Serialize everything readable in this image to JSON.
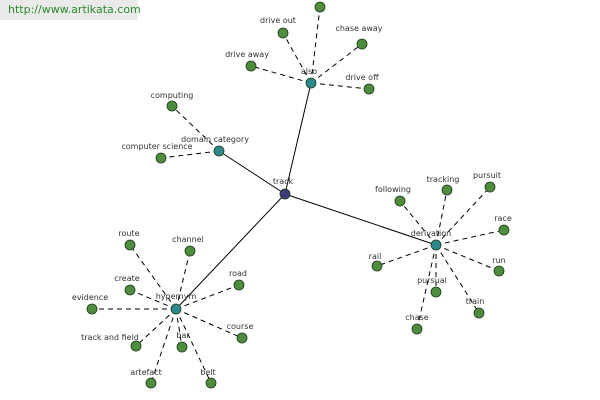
{
  "watermark": {
    "url": "http://www.artikata.com"
  },
  "colors": {
    "center": "#3c3c7a",
    "relation": "#2e8a8a",
    "leaf": "#4e8c3e",
    "node_border": "#1c3a1c",
    "edge": "#000000"
  },
  "graph": {
    "center": {
      "id": "track",
      "label": "track"
    },
    "relations": [
      {
        "id": "also",
        "label": "also"
      },
      {
        "id": "domain_category",
        "label": "domain category"
      },
      {
        "id": "derivation",
        "label": "derivation"
      },
      {
        "id": "hypernym",
        "label": "hypernym"
      }
    ],
    "leaves": [
      {
        "id": "also_top",
        "label": "",
        "parent": "also"
      },
      {
        "id": "drive_out",
        "label": "drive out",
        "parent": "also"
      },
      {
        "id": "chase_away",
        "label": "chase away",
        "parent": "also"
      },
      {
        "id": "drive_away",
        "label": "drive away",
        "parent": "also"
      },
      {
        "id": "drive_off",
        "label": "drive off",
        "parent": "also"
      },
      {
        "id": "computing",
        "label": "computing",
        "parent": "domain_category"
      },
      {
        "id": "computer_science",
        "label": "computer science",
        "parent": "domain_category"
      },
      {
        "id": "following",
        "label": "following",
        "parent": "derivation"
      },
      {
        "id": "tracking",
        "label": "tracking",
        "parent": "derivation"
      },
      {
        "id": "pursuit",
        "label": "pursuit",
        "parent": "derivation"
      },
      {
        "id": "race",
        "label": "race",
        "parent": "derivation"
      },
      {
        "id": "rail",
        "label": "rail",
        "parent": "derivation"
      },
      {
        "id": "run",
        "label": "run",
        "parent": "derivation"
      },
      {
        "id": "pursual",
        "label": "pursual",
        "parent": "derivation"
      },
      {
        "id": "train",
        "label": "train",
        "parent": "derivation"
      },
      {
        "id": "chase",
        "label": "chase",
        "parent": "derivation"
      },
      {
        "id": "route",
        "label": "route",
        "parent": "hypernym"
      },
      {
        "id": "channel",
        "label": "channel",
        "parent": "hypernym"
      },
      {
        "id": "create",
        "label": "create",
        "parent": "hypernym"
      },
      {
        "id": "road",
        "label": "road",
        "parent": "hypernym"
      },
      {
        "id": "evidence",
        "label": "evidence",
        "parent": "hypernym"
      },
      {
        "id": "track_and_field",
        "label": "track and field",
        "parent": "hypernym"
      },
      {
        "id": "course",
        "label": "course",
        "parent": "hypernym"
      },
      {
        "id": "bar",
        "label": "bar",
        "parent": "hypernym"
      },
      {
        "id": "artefact",
        "label": "artefact",
        "parent": "hypernym"
      },
      {
        "id": "belt",
        "label": "belt",
        "parent": "hypernym"
      }
    ]
  }
}
